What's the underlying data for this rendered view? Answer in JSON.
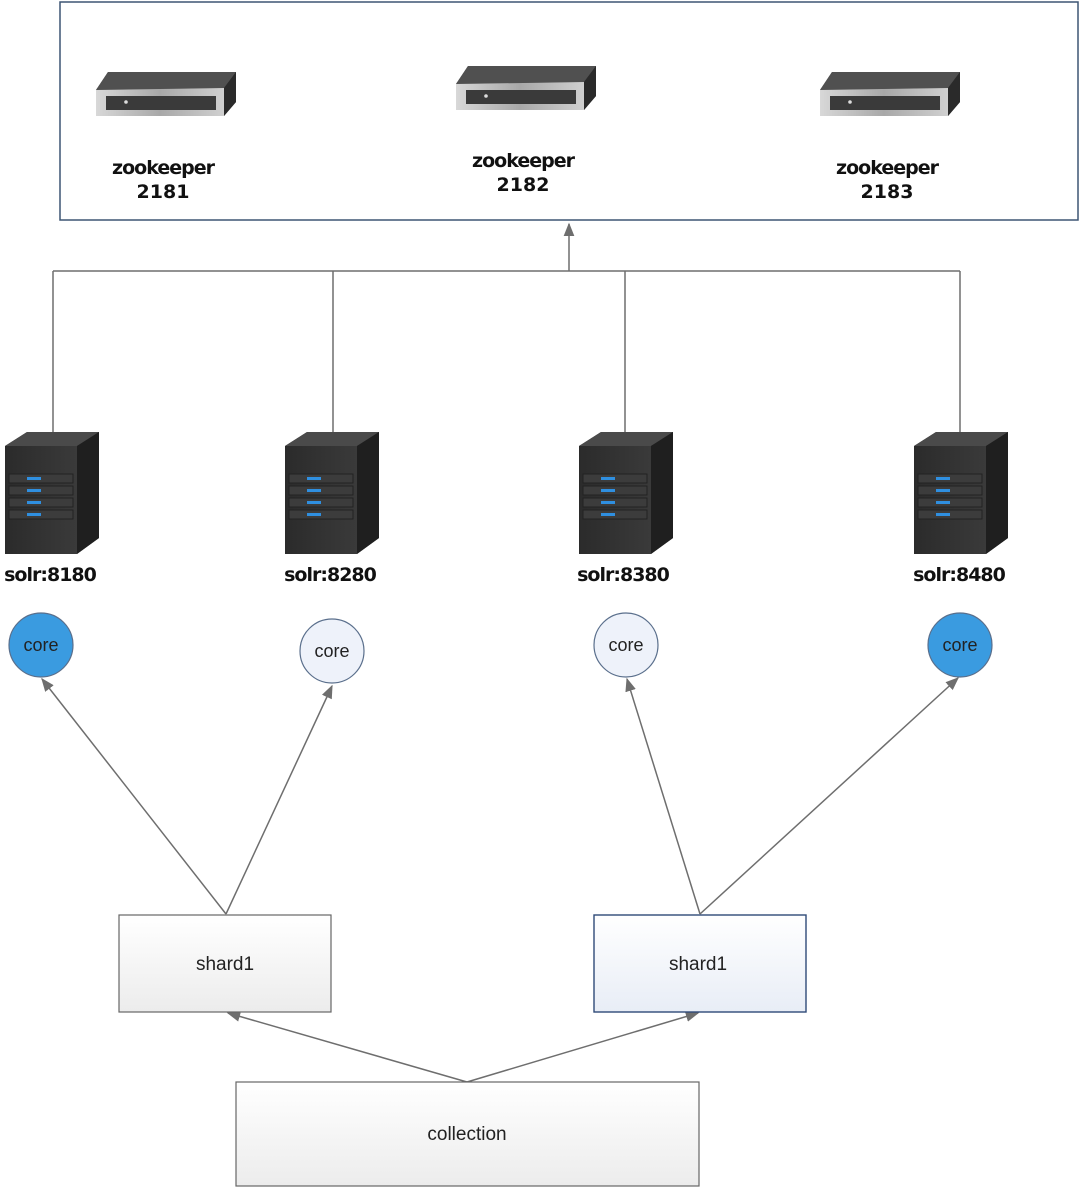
{
  "zookeepers": [
    {
      "name": "zookeeper",
      "port": "2181"
    },
    {
      "name": "zookeeper",
      "port": "2182"
    },
    {
      "name": "zookeeper",
      "port": "2183"
    }
  ],
  "solr_nodes": [
    {
      "label": "solr:8180"
    },
    {
      "label": "solr:8280"
    },
    {
      "label": "solr:8380"
    },
    {
      "label": "solr:8480"
    }
  ],
  "cores": [
    {
      "label": "core",
      "role": "leader",
      "color": "#3a9be0"
    },
    {
      "label": "core",
      "role": "replica",
      "color": "#eef2fa"
    },
    {
      "label": "core",
      "role": "replica",
      "color": "#eef2fa"
    },
    {
      "label": "core",
      "role": "leader",
      "color": "#3a9be0"
    }
  ],
  "shards": [
    {
      "label": "shard1"
    },
    {
      "label": "shard1"
    }
  ],
  "collection": {
    "label": "collection"
  },
  "colors": {
    "line": "#6e6e6e",
    "zk_border": "#3d5573",
    "core_border": "#5a6f8c",
    "box_border": "#666666",
    "shard2_border": "#2f4a78"
  }
}
